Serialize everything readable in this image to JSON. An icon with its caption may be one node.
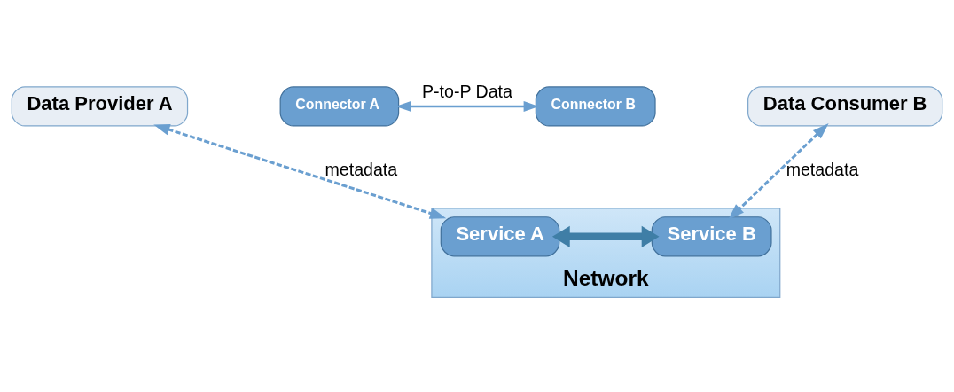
{
  "diagram": {
    "nodes": [
      {
        "text": [
          "Data Provider A"
        ]
      },
      {
        "text": [
          "Connector A"
        ]
      },
      {
        "text": [
          "Connector B"
        ]
      },
      {
        "text": [
          "Data Consumer B"
        ]
      },
      {
        "text": [
          "Network"
        ]
      },
      {
        "text": [
          "Service A"
        ],
        "in": 4
      },
      {
        "text": [
          "Service B"
        ],
        "in": 4
      }
    ],
    "edges": [
      {
        "from": 1,
        "to": 2,
        "arrow": "both",
        "label": "P-to-P Data"
      },
      {
        "from": 0,
        "to": 5,
        "arrow": "both",
        "style": "dashed",
        "label": "metadata"
      },
      {
        "from": 3,
        "to": 6,
        "arrow": "both",
        "style": "dashed",
        "label": "metadata"
      },
      {
        "from": 5,
        "to": 6,
        "arrow": "both",
        "style": "thick",
        "color": "#3f7ea6"
      }
    ]
  }
}
